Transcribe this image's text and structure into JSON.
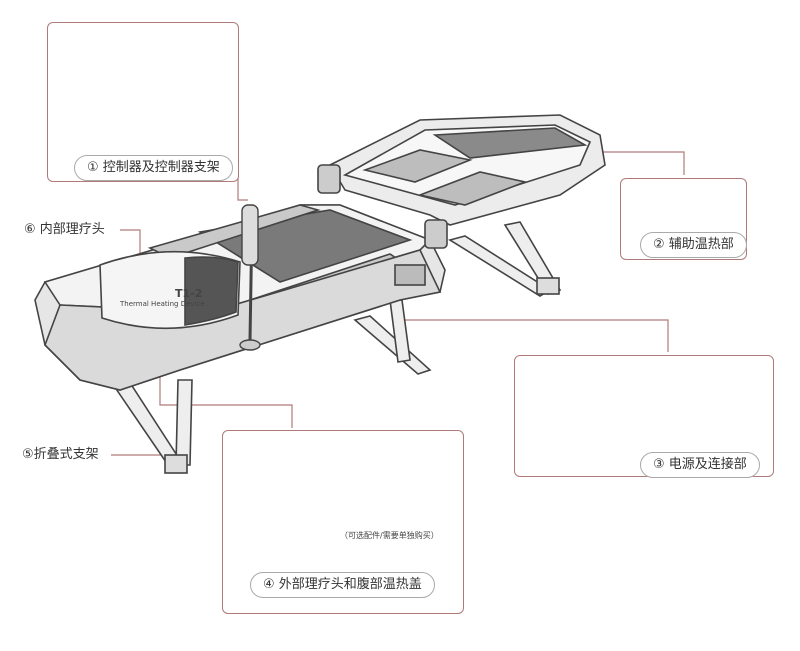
{
  "callouts": {
    "c1": "① 控制器及控制器支架",
    "c2": "② 辅助温热部",
    "c3": "③ 电源及连接部",
    "c4": "④ 外部理疗头和腹部温热盖",
    "c5": "⑤折叠式支架",
    "c6": "⑥ 内部理疗头"
  },
  "optional_note": "（可选配件/需要单独购买）",
  "device_brand": "Т1-2",
  "device_text": "Thermal Heating Device",
  "colors": {
    "connector": "#b07a7a"
  }
}
